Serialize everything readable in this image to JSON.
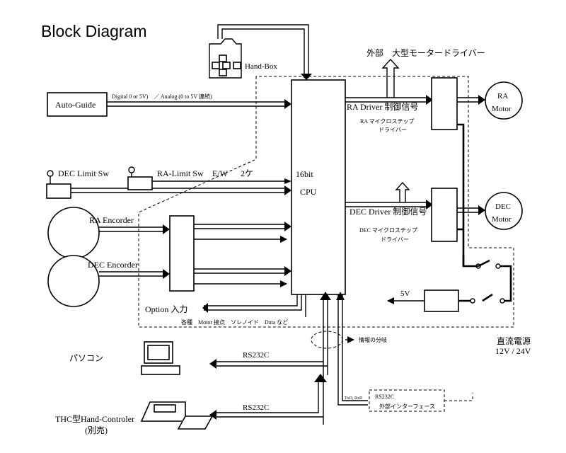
{
  "title": "Block Diagram",
  "blocks": {
    "cpu_bits": "16bit",
    "cpu": "CPU",
    "hand_box": "Hand-Box",
    "auto_guide": "Auto-Guide",
    "ra_motor_line1": "RA",
    "ra_motor_line2": "Motor",
    "dec_motor_line1": "DEC",
    "dec_motor_line2": "Motor",
    "dec_limit": "DEC Limit Sw",
    "ra_limit": "RA-Limit Sw",
    "ra_encoder": "RA Encorder",
    "dec_encoder": "DEC Encorder",
    "option": "Option 入力",
    "pasokon": "パソコン",
    "thc_line1": "THC型Hand-Controler",
    "thc_line2": "(別売)"
  },
  "labels": {
    "autoguide_signal": "Digital 0 or 5V)　／ Analog (0 to 5V 連続)",
    "ew": "E/W",
    "count": "2ケ",
    "external_driver": "外部　大型モータードライバー",
    "ra_driver_signal": "RA Driver 制御信号",
    "ra_micro_line1": "RA マイクロステップ",
    "ra_micro_line2": "ドライバー",
    "dec_driver_signal": "DEC Driver 制御信号",
    "dec_micro_line1": "DEC マイクロステップ",
    "dec_micro_line2": "ドライバー",
    "v5": "5V",
    "power_line1": "直流電源",
    "power_line2": "12V / 24V",
    "misc": "各種　Motor 接点　ソレノイド　Data など",
    "branch": "情報の分岐",
    "rs232c_pc": "RS232C",
    "rs232c_thc": "RS232C",
    "ext_rs232c": "RS232C",
    "ext_if": "外部インターフェース",
    "txd_rxd": "TxD, RxD"
  }
}
